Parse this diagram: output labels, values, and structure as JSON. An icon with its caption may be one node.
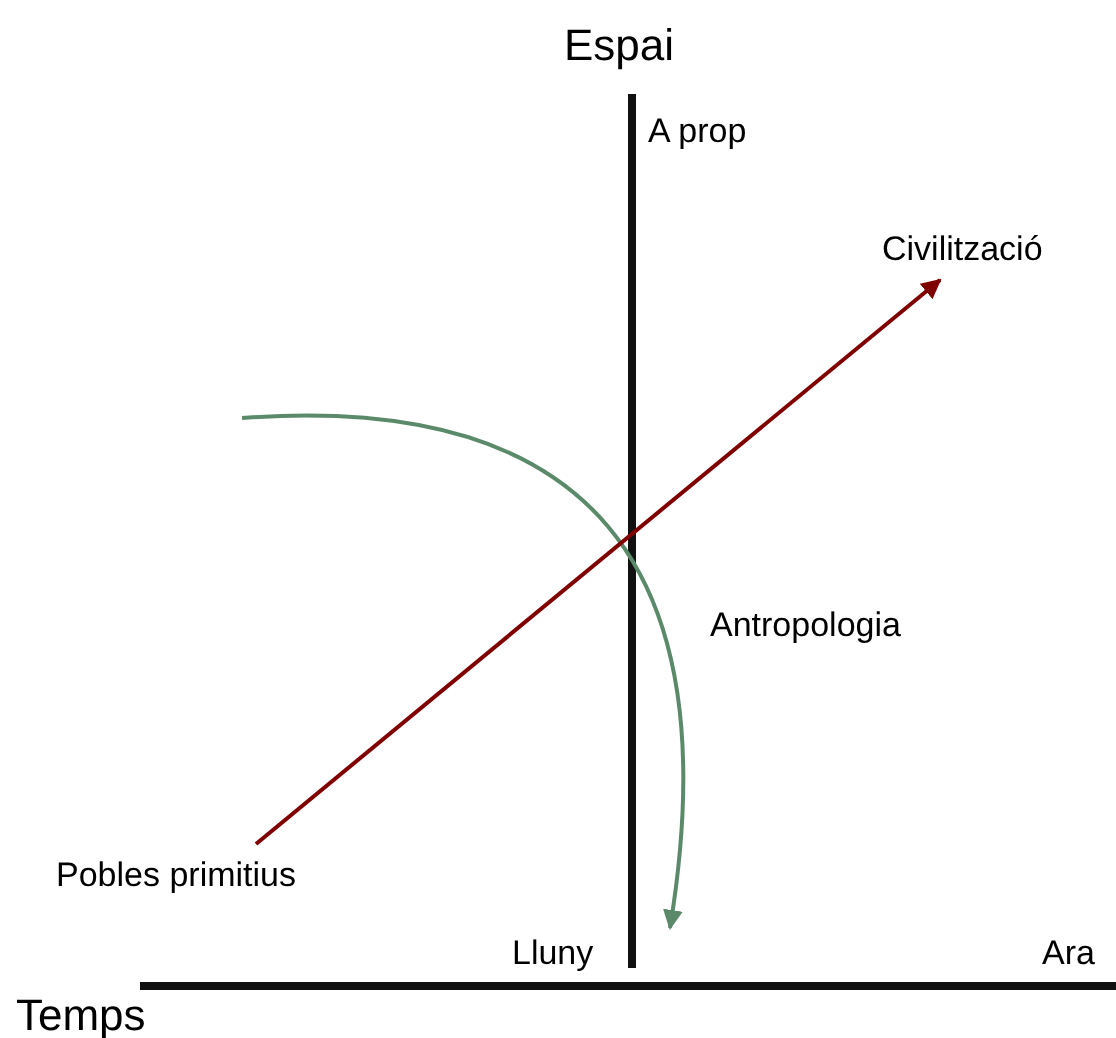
{
  "diagram": {
    "nodes": [
      {
        "text": [
          "Pobles primitius"
        ]
      },
      {
        "text": [
          "Civilització"
        ]
      }
    ],
    "edges": [
      {
        "from": 0,
        "to": 1,
        "arrow": "to",
        "color": "#800000"
      }
    ],
    "labels": [
      "Espai",
      "A prop",
      "Antropologia",
      "Lluny",
      "Ara",
      "Temps"
    ]
  }
}
